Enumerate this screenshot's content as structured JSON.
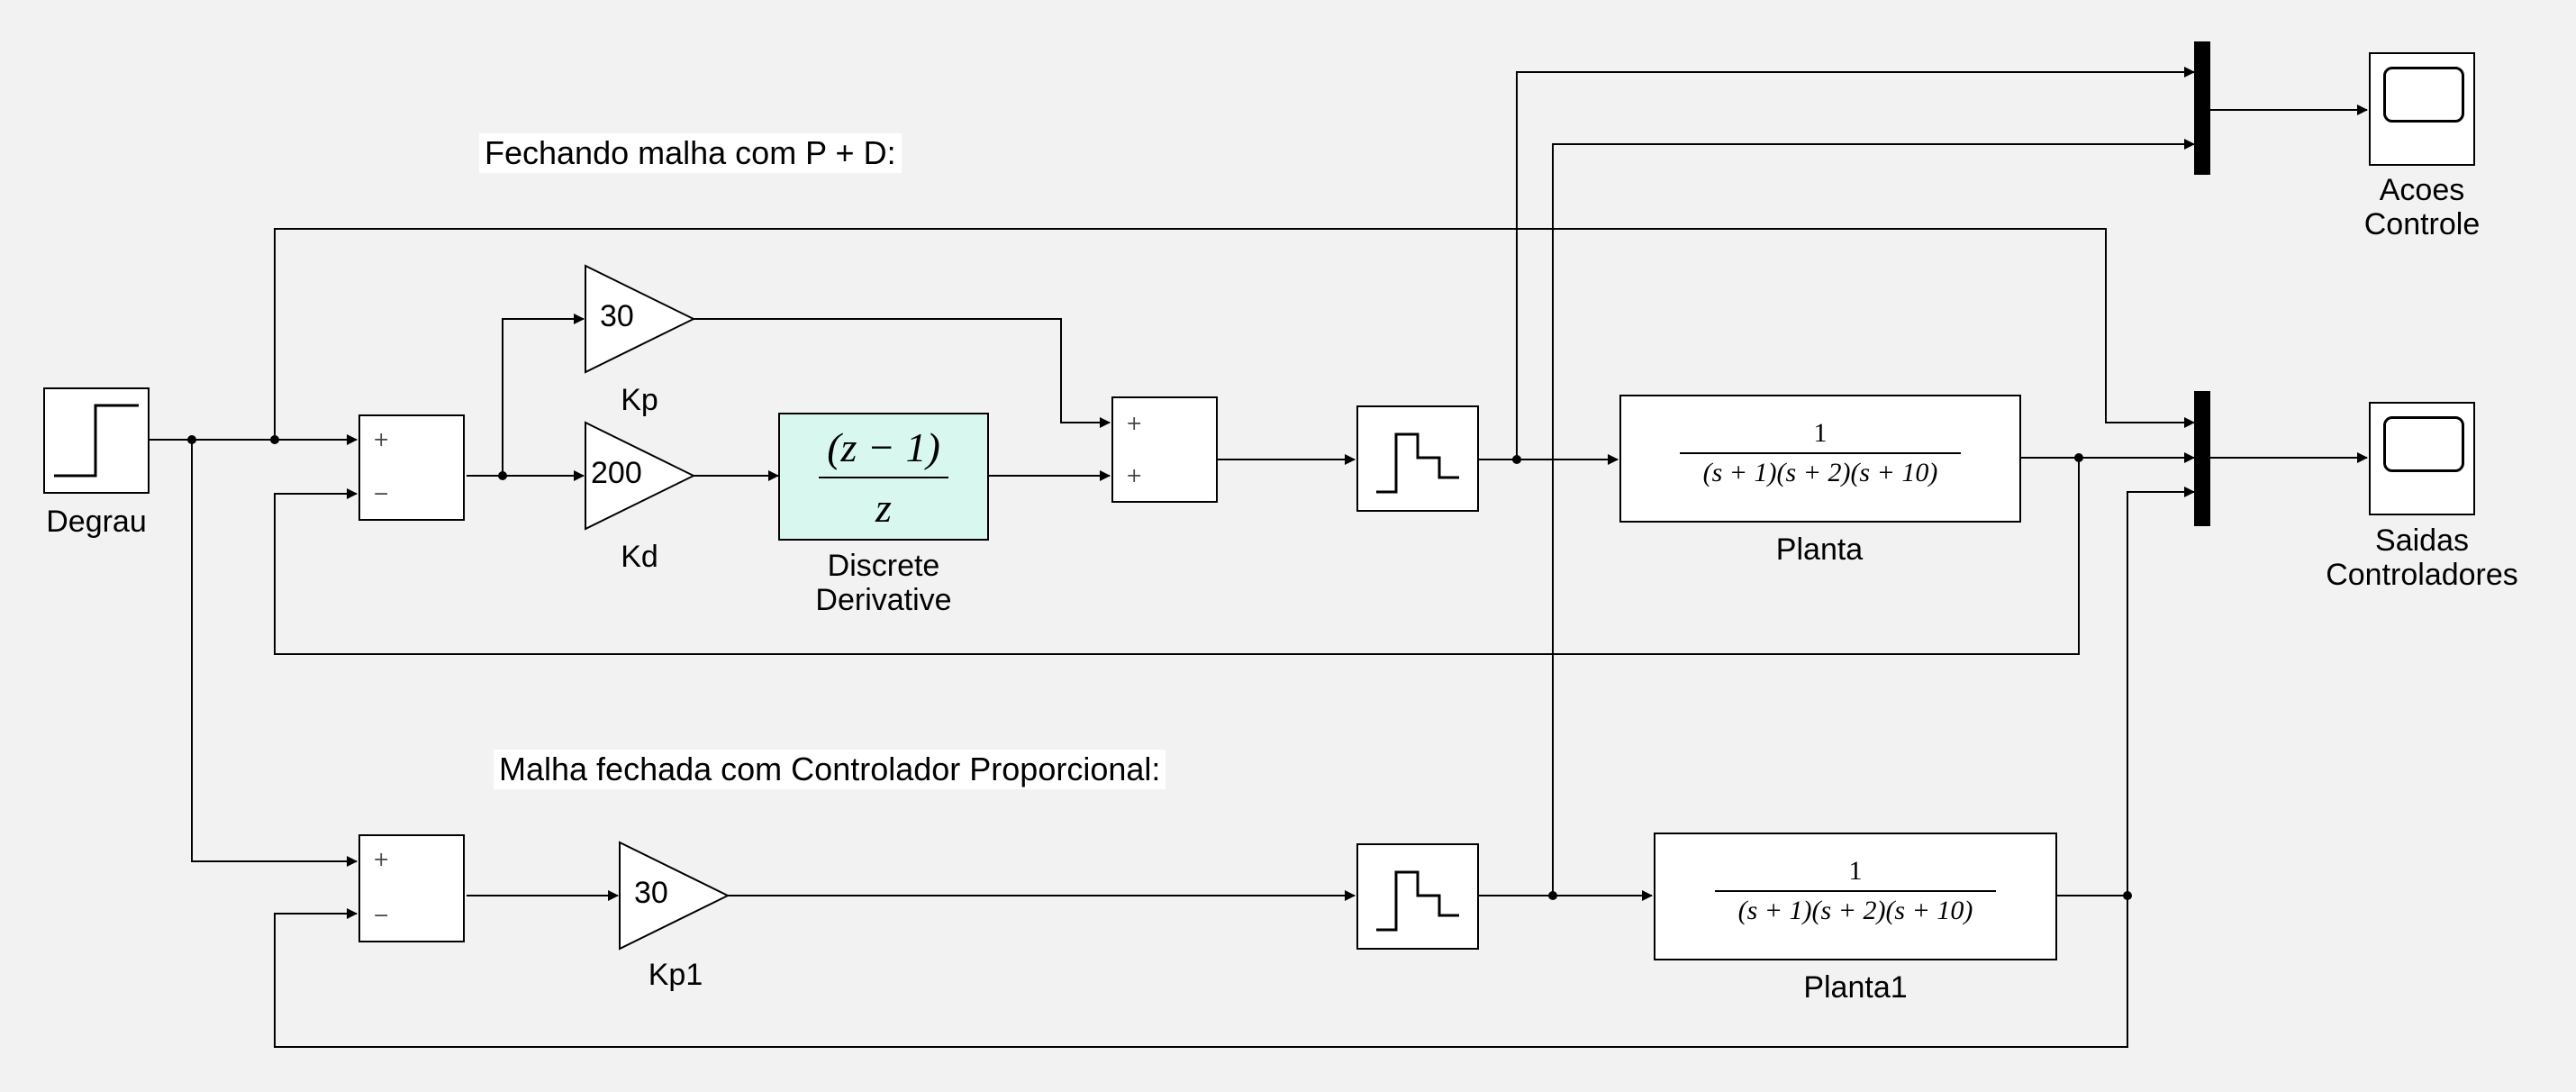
{
  "annotations": {
    "pd_title": "Fechando malha com P + D:",
    "p_title": "Malha fechada com Controlador Proporcional:"
  },
  "blocks": {
    "degrau": {
      "label": "Degrau"
    },
    "sum_top": {
      "plus": "+",
      "minus": "−"
    },
    "kp": {
      "value": "30",
      "label": "Kp"
    },
    "kd": {
      "value": "200",
      "label": "Kd"
    },
    "discrete_derivative": {
      "numerator": "(z − 1)",
      "denominator": "z",
      "label_line1": "Discrete",
      "label_line2": "Derivative",
      "fill": "#d7f7ef"
    },
    "sum_pd": {
      "plus1": "+",
      "plus2": "+"
    },
    "planta": {
      "numerator": "1",
      "denominator": "(s + 1)(s + 2)(s + 10)",
      "label": "Planta"
    },
    "scope_acoes": {
      "label_line1": "Acoes",
      "label_line2": "Controle"
    },
    "scope_saidas": {
      "label_line1": "Saidas",
      "label_line2": "Controladores"
    },
    "sum_bottom": {
      "plus": "+",
      "minus": "−"
    },
    "kp1": {
      "value": "30",
      "label": "Kp1"
    },
    "planta1": {
      "numerator": "1",
      "denominator": "(s + 1)(s + 2)(s + 10)",
      "label": "Planta1"
    }
  },
  "colors": {
    "background": "#f2f2f2",
    "line": "#000000",
    "block_fill": "#ffffff",
    "derivative_fill": "#d7f7ef"
  }
}
